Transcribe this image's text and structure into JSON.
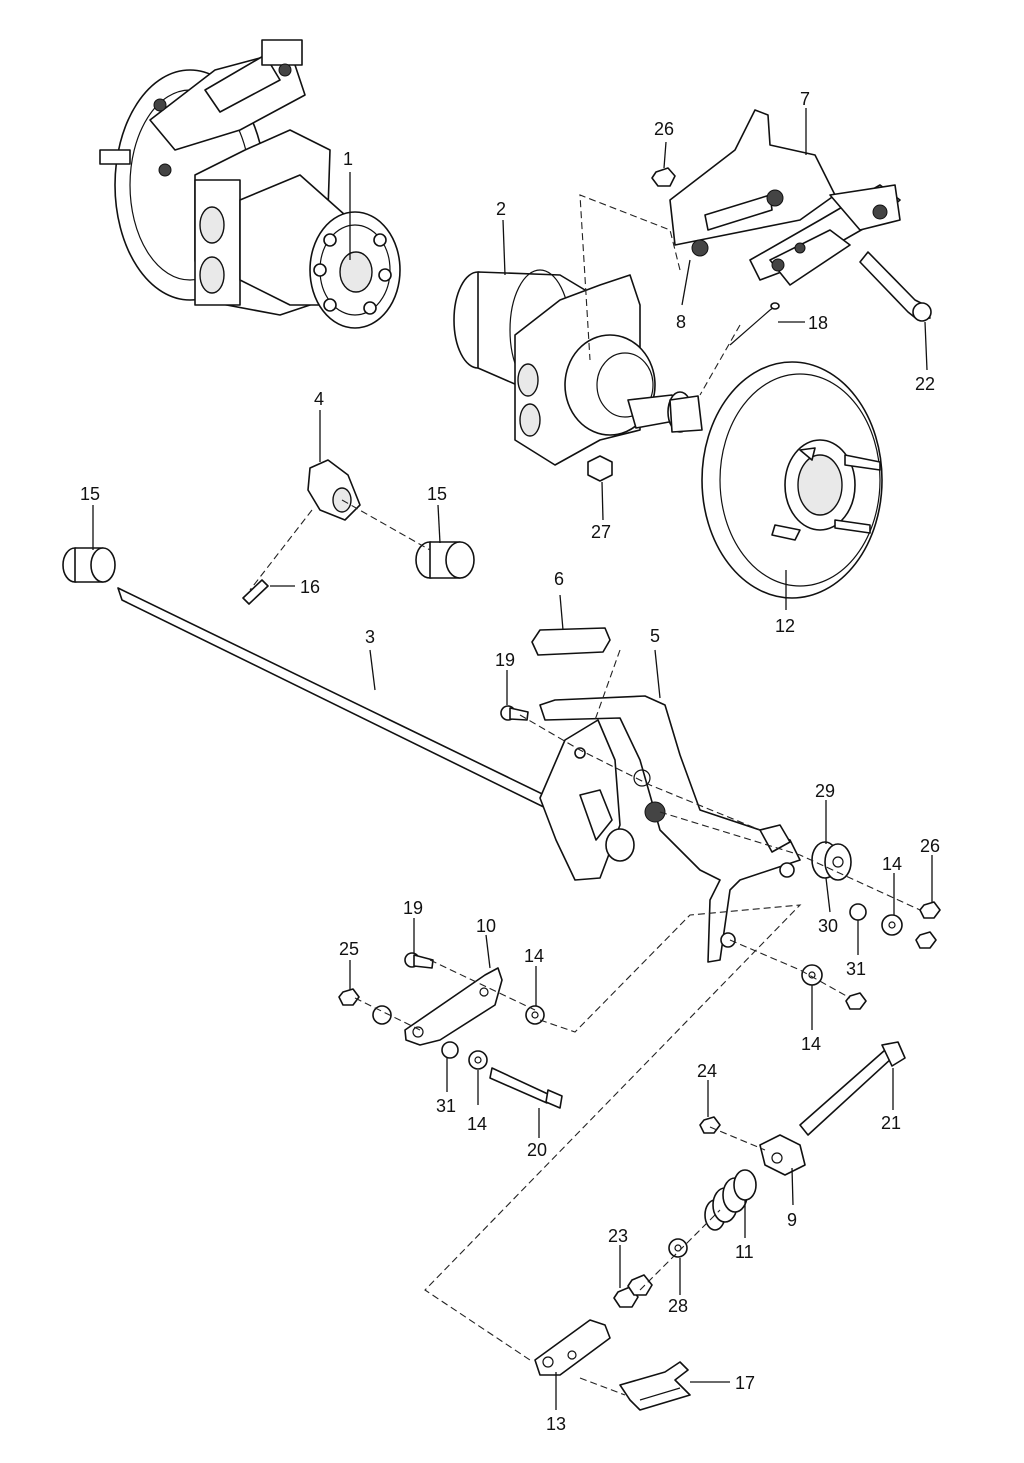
{
  "callouts": [
    "1",
    "2",
    "3",
    "4",
    "5",
    "6",
    "7",
    "8",
    "9",
    "10",
    "11",
    "12",
    "13",
    "14",
    "14",
    "14",
    "14",
    "15",
    "15",
    "16",
    "17",
    "18",
    "19",
    "19",
    "20",
    "21",
    "22",
    "23",
    "24",
    "25",
    "26",
    "26",
    "27",
    "28",
    "29",
    "30",
    "31",
    "31"
  ]
}
